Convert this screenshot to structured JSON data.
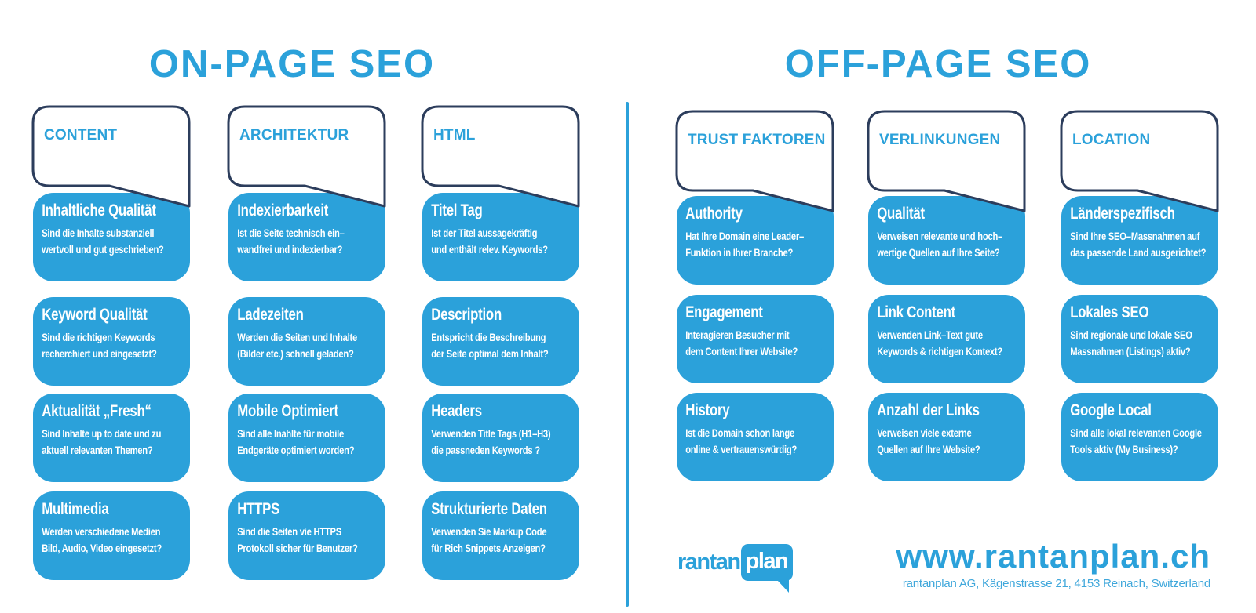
{
  "titles": {
    "left": "ON-PAGE SEO",
    "right": "OFF-PAGE SEO"
  },
  "columns": [
    {
      "header": "CONTENT",
      "cards": [
        {
          "title": "Inhaltliche Qualität",
          "lines": [
            "Sind die Inhalte substanziell",
            "wertvoll und gut geschrieben?"
          ]
        },
        {
          "title": "Keyword Qualität",
          "lines": [
            "Sind die richtigen Keywords",
            "recherchiert und eingesetzt?"
          ]
        },
        {
          "title": "Aktualität „Fresh“",
          "lines": [
            "Sind Inhalte up to date und zu",
            "aktuell relevanten Themen?"
          ]
        },
        {
          "title": "Multimedia",
          "lines": [
            "Werden verschiedene Medien",
            "Bild, Audio, Video eingesetzt?"
          ]
        }
      ]
    },
    {
      "header": "ARCHITEKTUR",
      "cards": [
        {
          "title": "Indexierbarkeit",
          "lines": [
            "Ist die Seite technisch ein–",
            "wandfrei und indexierbar?"
          ]
        },
        {
          "title": "Ladezeiten",
          "lines": [
            "Werden die Seiten und Inhalte",
            "(Bilder etc.) schnell geladen?"
          ]
        },
        {
          "title": "Mobile Optimiert",
          "lines": [
            "Sind alle Inahlte für mobile",
            "Endgeräte optimiert worden?"
          ]
        },
        {
          "title": "HTTPS",
          "lines": [
            "Sind die Seiten vie HTTPS",
            "Protokoll sicher für Benutzer?"
          ]
        }
      ]
    },
    {
      "header": "HTML",
      "cards": [
        {
          "title": "Titel Tag",
          "lines": [
            "Ist der Titel aussagekräftig",
            "und enthält relev. Keywords?"
          ]
        },
        {
          "title": "Description",
          "lines": [
            "Entspricht die Beschreibung",
            "der Seite optimal dem Inhalt?"
          ]
        },
        {
          "title": "Headers",
          "lines": [
            "Verwenden Title Tags (H1–H3)",
            "die passneden Keywords ?"
          ]
        },
        {
          "title": "Strukturierte Daten",
          "lines": [
            "Verwenden Sie Markup Code",
            "für Rich Snippets Anzeigen?"
          ]
        }
      ]
    },
    {
      "header": "TRUST FAKTOREN",
      "cards": [
        {
          "title": "Authority",
          "lines": [
            "Hat Ihre Domain eine Leader–",
            "Funktion in Ihrer Branche?"
          ]
        },
        {
          "title": "Engagement",
          "lines": [
            "Interagieren Besucher mit",
            "dem Content Ihrer Website?"
          ]
        },
        {
          "title": "History",
          "lines": [
            "Ist die Domain schon lange",
            "online & vertrauenswürdig?"
          ]
        }
      ]
    },
    {
      "header": "VERLINKUNGEN",
      "cards": [
        {
          "title": "Qualität",
          "lines": [
            "Verweisen relevante und hoch–",
            "wertige Quellen auf Ihre Seite?"
          ]
        },
        {
          "title": "Link Content",
          "lines": [
            "Verwenden Link–Text gute",
            "Keywords & richtigen Kontext?"
          ]
        },
        {
          "title": "Anzahl der Links",
          "lines": [
            "Verweisen viele externe",
            "Quellen auf Ihre Website?"
          ]
        }
      ]
    },
    {
      "header": "LOCATION",
      "cards": [
        {
          "title": "Länderspezifisch",
          "lines": [
            "Sind Ihre SEO–Massnahmen auf",
            "das passende Land ausgerichtet?"
          ]
        },
        {
          "title": "Lokales SEO",
          "lines": [
            "Sind regionale und lokale SEO",
            "Massnahmen (Listings) aktiv?"
          ]
        },
        {
          "title": "Google Local",
          "lines": [
            "Sind alle lokal relevanten Google",
            "Tools aktiv (My Business)?"
          ]
        }
      ]
    }
  ],
  "footer": {
    "logo_text": "rantan",
    "logo_bubble": "plan",
    "website": "www.rantanplan.ch",
    "address": "rantanplan AG, Kägenstrasse 21, 4153 Reinach, Switzerland"
  },
  "colors": {
    "blue": "#2BA1DA",
    "navy": "#2C3D5C",
    "address_blue": "#3FA7DB",
    "text_white": "#FFFFFF"
  }
}
